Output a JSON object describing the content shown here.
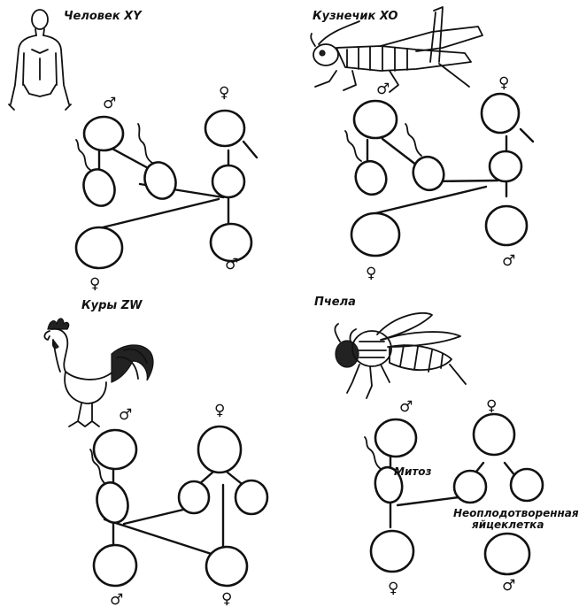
{
  "panels": {
    "human": {
      "title": "Человек XY",
      "top_left_sym": "♂",
      "top_right_sym": "♀",
      "bottom_left_sym": "♀",
      "bottom_right_sym": "♂"
    },
    "grasshopper": {
      "title": "Кузнечик XO",
      "top_left_sym": "♂",
      "top_right_sym": "♀",
      "bottom_left_sym": "♀",
      "bottom_right_sym": "♂"
    },
    "chicken": {
      "title": "Куры ZW",
      "top_left_sym": "♂",
      "top_right_sym": "♀",
      "bottom_left_sym": "♂",
      "bottom_right_sym": "♀"
    },
    "bee": {
      "title": "Пчела",
      "top_left_sym": "♂",
      "top_right_sym": "♀",
      "bottom_left_sym": "♀",
      "bottom_right_sym": "♂",
      "mitosis_label": "Митоз",
      "unfertilized_line1": "Неоплодотворенная",
      "unfertilized_line2": "яйцеклетка"
    }
  }
}
